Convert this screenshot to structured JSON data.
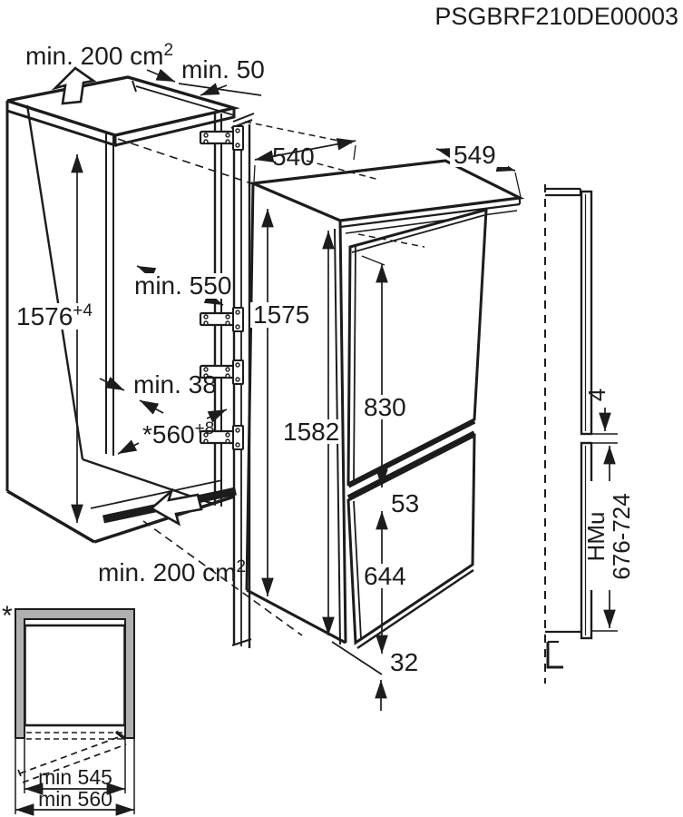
{
  "title": "PSGBRF210DE00003",
  "colors": {
    "line": "#1c1c1c",
    "wall_fill": "#b0b0b0",
    "background": "#ffffff"
  },
  "niche": {
    "top_vent_area": "min. 200 cm",
    "top_vent_sup": "2",
    "top_rear_gap": "min. 50",
    "height": "1576",
    "height_tolerance": "+4",
    "depth": "min. 550",
    "door_clearance": "min. 38",
    "width": "*560",
    "width_tolerance": "+8",
    "bottom_vent_area": "min. 200 cm",
    "bottom_vent_sup": "2"
  },
  "appliance": {
    "width": "540",
    "depth": "549",
    "height_rear": "1575",
    "height_front": "1582",
    "fridge_door_height": "830",
    "door_gap": "53",
    "freezer_door_height": "644",
    "bottom_clearance": "32"
  },
  "section": {
    "panel_gap": "4",
    "door_panel_label": "HMu",
    "door_panel_range": "676-724"
  },
  "inset": {
    "marker": "*",
    "inner_width": "min 545",
    "outer_width": "min 560"
  }
}
